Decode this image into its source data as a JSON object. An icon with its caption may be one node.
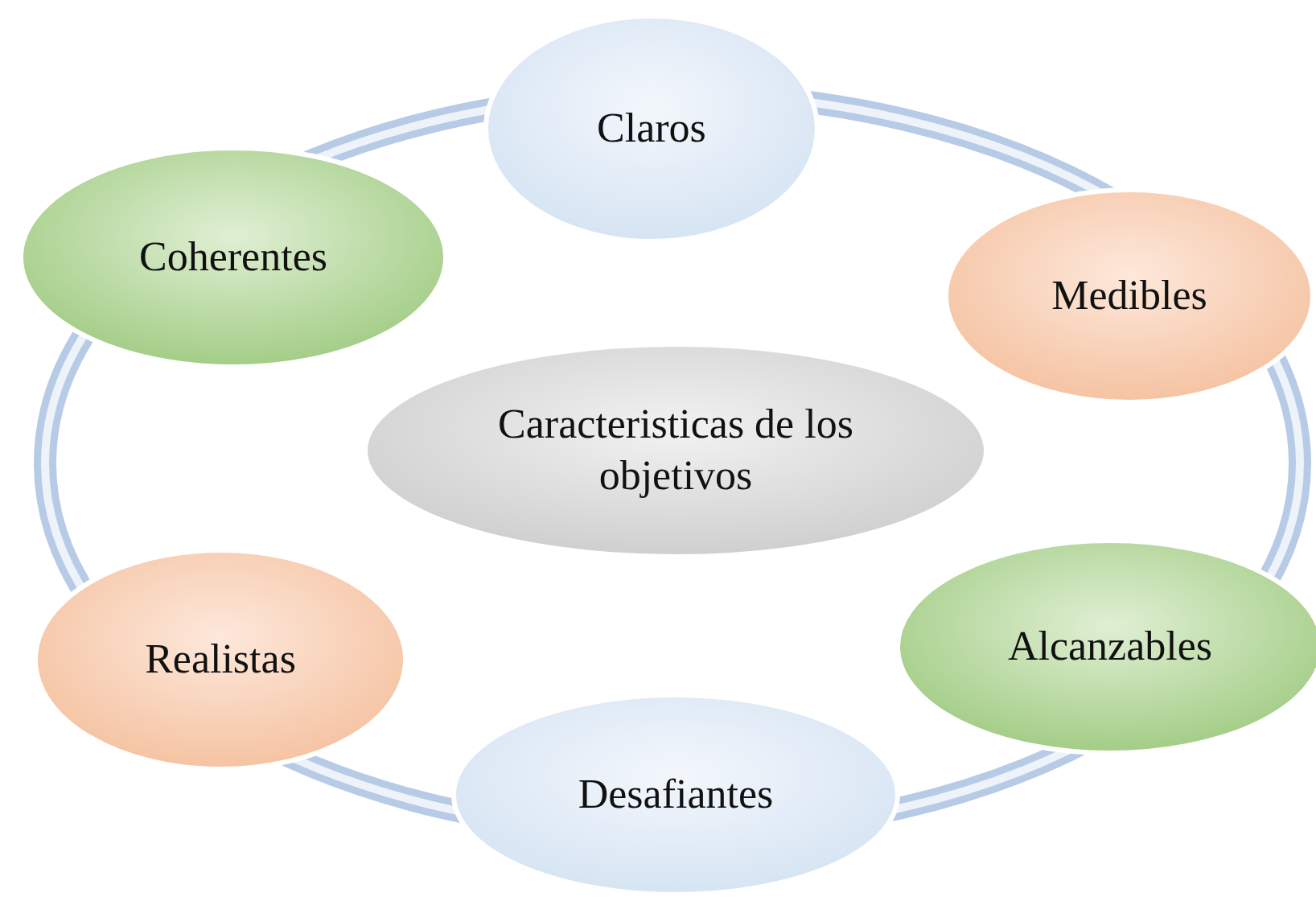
{
  "diagram": {
    "nodes": [
      {
        "text": [
          "Caracteristicas de los objetivos"
        ]
      },
      {
        "text": [
          "Claros"
        ]
      },
      {
        "text": [
          "Medibles"
        ]
      },
      {
        "text": [
          "Alcanzables"
        ]
      },
      {
        "text": [
          "Desafiantes"
        ]
      },
      {
        "text": [
          "Realistas"
        ]
      },
      {
        "text": [
          "Coherentes"
        ]
      }
    ]
  }
}
